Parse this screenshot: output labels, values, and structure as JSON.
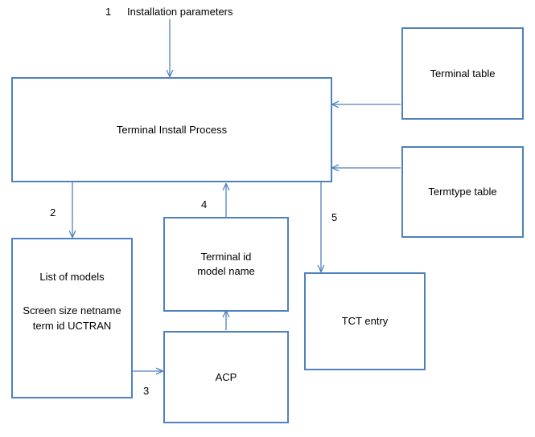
{
  "diagram": {
    "title_label": "Installation parameters",
    "accent_color": "#4f81bd",
    "boxes": [
      {
        "id": "terminal-install-process",
        "label": "Terminal Install Process"
      },
      {
        "id": "terminal-table",
        "label": "Terminal table"
      },
      {
        "id": "termtype-table",
        "label": "Termtype table"
      },
      {
        "id": "terminal-id-model-name",
        "line1": "Terminal id",
        "line2": "model name"
      },
      {
        "id": "list-of-models",
        "heading": "List of models",
        "line1": "Screen size",
        "line2": "netname",
        "line3": "term id",
        "line4": "UCTRAN"
      },
      {
        "id": "acp",
        "label": "ACP"
      },
      {
        "id": "tct-entry",
        "label": "TCT entry"
      }
    ],
    "step_numbers": {
      "one": "1",
      "two": "2",
      "three": "3",
      "four": "4",
      "five": "5"
    }
  }
}
